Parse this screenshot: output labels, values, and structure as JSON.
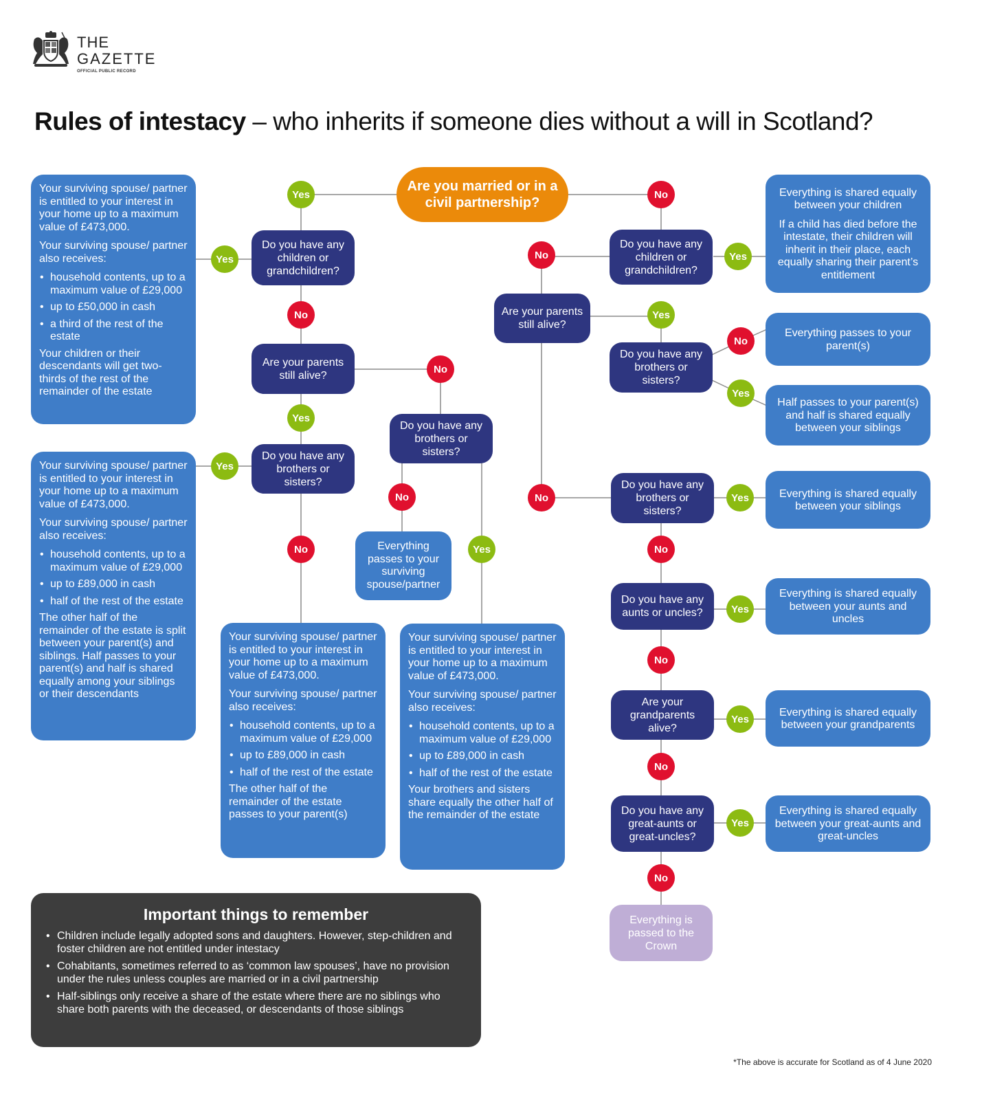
{
  "header": {
    "logo_the": "THE",
    "logo_gazette": "GAZETTE",
    "logo_subtitle": "OFFICIAL PUBLIC RECORD",
    "title_bold": "Rules of intestacy",
    "title_rest": " – who inherits if someone dies without a will in Scotland?"
  },
  "labels": {
    "yes": "Yes",
    "no": "No"
  },
  "colors": {
    "start": "#eb8a0a",
    "question": "#2e3680",
    "answer": "#3f7dc8",
    "yes": "#8cbb12",
    "no": "#e0102e",
    "crown": "#bfaed6",
    "notes_bg": "#3d3d3d"
  },
  "flow": {
    "start": "Are you married or in a civil partnership?",
    "married": {
      "q_children": "Do you have any children or grandchildren?",
      "q_parents": "Are your parents still alive?",
      "q_siblings_parents_alive": "Do you have any brothers or sisters?",
      "q_siblings_parents_dead": "Do you have any brothers or sisters?",
      "a_children": {
        "p1": "Your surviving spouse/ partner is entitled to your interest in your home up to a maximum value of £473,000.",
        "p2": "Your surviving spouse/ partner also receives:",
        "bullets": [
          "household contents, up to a maximum value of £29,000",
          "up to £50,000 in cash",
          "a third of the rest of the estate"
        ],
        "p3": "Your children or their descendants will get two-thirds of the rest of the remainder of the estate"
      },
      "a_parents_siblings": {
        "p1": "Your surviving spouse/ partner is entitled to your interest in your home up to a maximum value of £473,000.",
        "p2": "Your surviving spouse/ partner also receives:",
        "bullets": [
          "household contents, up to a maximum value of £29,000",
          "up to £89,000 in cash",
          "half of the rest of the estate"
        ],
        "p3": "The other half of the remainder of the estate is split between your parent(s) and siblings. Half passes to your parent(s) and half is shared equally among your siblings or their descendants"
      },
      "a_parents_no_siblings": {
        "p1": "Your surviving spouse/ partner is entitled to your interest in your home up to a maximum value of £473,000.",
        "p2": "Your surviving spouse/ partner also receives:",
        "bullets": [
          "household contents, up to a maximum value of £29,000",
          "up to £89,000 in cash",
          "half of the rest of the estate"
        ],
        "p3": "The other half of the remainder of the estate passes to your parent(s)"
      },
      "a_no_parents_siblings": {
        "p1": "Your surviving spouse/ partner is entitled to your interest in your home up to a maximum value of £473,000.",
        "p2": "Your surviving spouse/ partner also receives:",
        "bullets": [
          "household contents, up to a maximum value of £29,000",
          "up to £89,000 in cash",
          "half of the rest of the estate"
        ],
        "p3": "Your brothers and sisters share equally the other half of the remainder of the estate"
      },
      "a_spouse_all": "Everything passes to your surviving spouse/partner"
    },
    "unmarried": {
      "q_children": "Do you have any children or grandchildren?",
      "q_parents": "Are your parents still alive?",
      "q_siblings_parents_alive": "Do you have any brothers or sisters?",
      "q_siblings": "Do you have any brothers or sisters?",
      "q_aunts": "Do you have any aunts or uncles?",
      "q_grandparents": "Are your grandparents alive?",
      "q_great": "Do you have any great-aunts or great-uncles?",
      "a_children_p1": "Everything is shared equally between your children",
      "a_children_p2": "If a child has died before the intestate, their children will inherit in their place, each equally sharing their parent’s entitlement",
      "a_parents_only": "Everything passes to your parent(s)",
      "a_parents_siblings": "Half passes to your parent(s) and half is shared equally between your siblings",
      "a_siblings": "Everything is shared equally between your siblings",
      "a_aunts": "Everything is shared equally between your aunts and uncles",
      "a_grandparents": "Everything is shared equally between your grandparents",
      "a_great": "Everything is shared equally between your great-aunts and great-uncles",
      "a_crown": "Everything is passed to the Crown"
    }
  },
  "notes": {
    "title": "Important things to remember",
    "items": [
      "Children include legally adopted sons and daughters. However, step-children and foster children are not entitled under intestacy",
      "Cohabitants, sometimes referred to as ‘common law spouses’, have no provision under the rules unless couples are married or in a civil partnership",
      "Half-siblings only receive a share of the estate where there are no siblings who share both parents with the deceased, or descendants of those siblings"
    ]
  },
  "footnote": "*The above is accurate for Scotland as of 4 June 2020"
}
